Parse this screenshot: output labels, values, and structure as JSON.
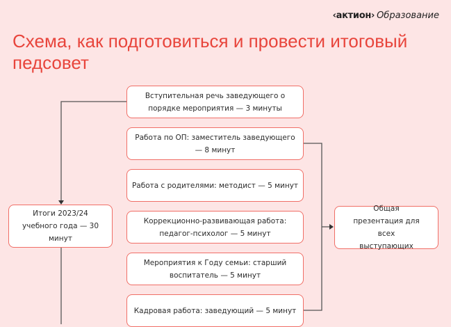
{
  "logo": {
    "brand": "‹актион›",
    "section": "Образование"
  },
  "title": "Схема, как подготовиться и провести итоговый педсовет",
  "center_items": [
    "Вступительная речь заведующего о  порядке мероприятия — 3 минуты",
    "Работа по ОП: заместитель заведующего — 8 минут",
    "Работа с родителями: методист — 5 минут",
    "Коррекционно-развивающая работа: педагог-психолог — 5 минут",
    "Мероприятия к Году семьи: старший воспитатель — 5 минут",
    "Кадровая работа: заведующий — 5 минут"
  ],
  "left_item": "Итоги 2023/24 учебного года — 30 минут",
  "right_item": "Общая презентация для всех выступающих",
  "colors": {
    "background": "#fde5e5",
    "accent": "#e8453c",
    "border": "#f06e66",
    "line": "#555555"
  }
}
